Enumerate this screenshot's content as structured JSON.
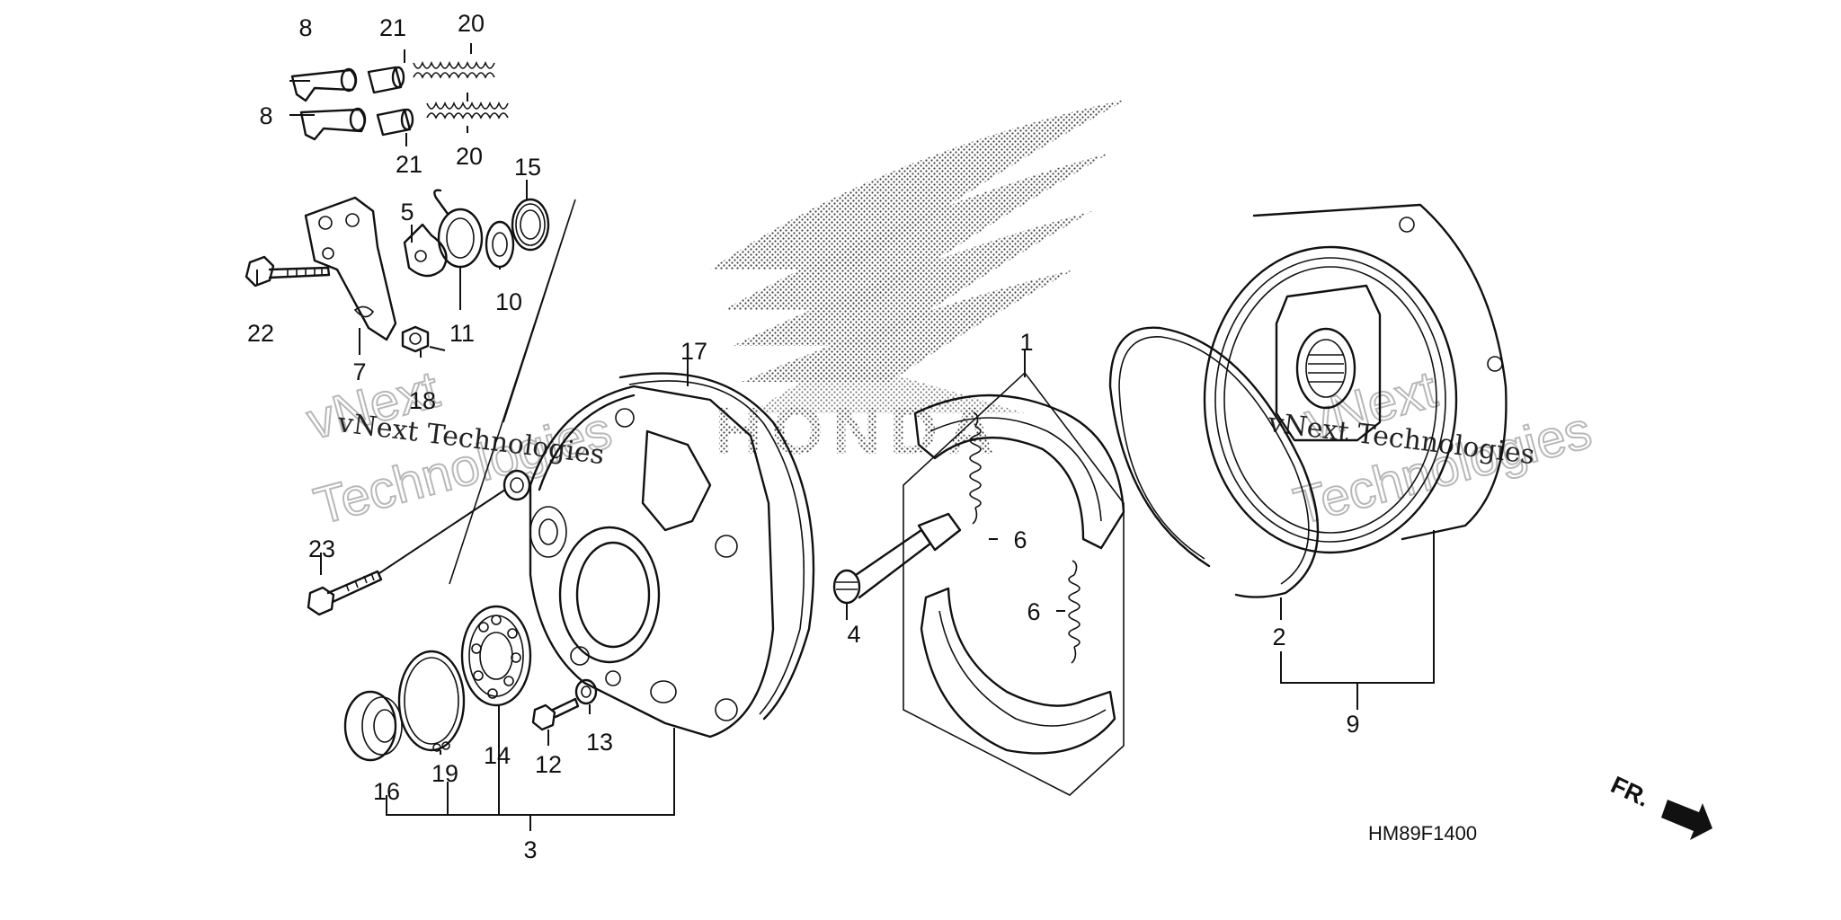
{
  "diagram": {
    "callouts": [
      "1",
      "2",
      "3",
      "4",
      "5",
      "6",
      "6",
      "7",
      "8",
      "8",
      "9",
      "10",
      "11",
      "12",
      "13",
      "14",
      "15",
      "16",
      "17",
      "18",
      "19",
      "20",
      "20",
      "21",
      "21",
      "22",
      "23"
    ],
    "drawing_code": "HM89F1400",
    "direction_label": "FR.",
    "watermark": {
      "small": "vNext Technologies",
      "big_line1": "vNext",
      "big_line2": "Technologies"
    },
    "brand_mark": "HONDA"
  }
}
